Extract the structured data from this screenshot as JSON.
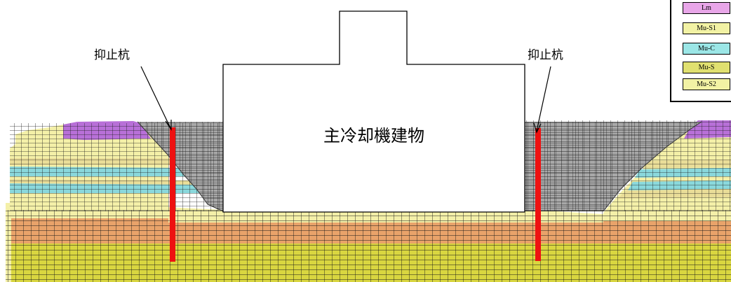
{
  "building": {
    "label": "主冷却機建物"
  },
  "piles": [
    {
      "label": "抑止杭"
    },
    {
      "label": "抑止杭"
    }
  ],
  "legend": {
    "items": [
      {
        "label": "Lm",
        "color": "#e8a6e8"
      },
      {
        "label": "Mu-S1",
        "color": "#f2f2a4"
      },
      {
        "label": "Mu-C",
        "color": "#9be6e6"
      },
      {
        "label": "Mu-S",
        "color": "#e0e070"
      },
      {
        "label": "Mu-S2",
        "color": "#f2f2a4"
      }
    ]
  },
  "colors": {
    "fill_soil": "#a9a9a9",
    "lm": "#b870d8",
    "mu_s1": "#f4f0a8",
    "mu_c": "#8ad8dc",
    "upper_mixed": "#e9dd98",
    "orange": "#e9a36a",
    "base_yellow": "#d9d640",
    "mesh_line": "#1a1a1a",
    "pile": "#ee1111"
  }
}
